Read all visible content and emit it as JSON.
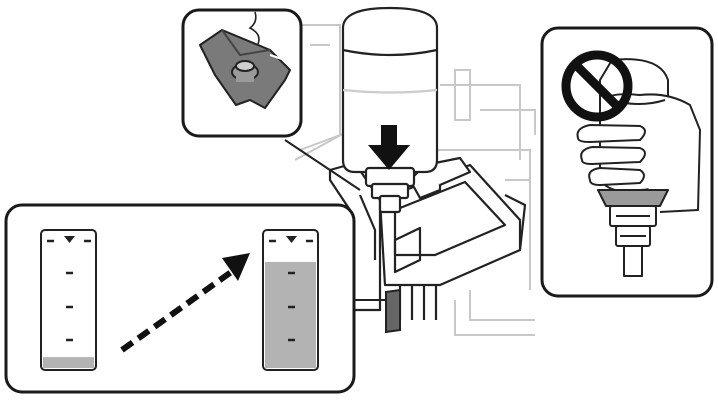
{
  "figure": {
    "illustration": "ink-bottle-refill-instruction",
    "inset_top_left": "cap-nozzle-detail",
    "inset_bottom_left": "ink-level-before-and-after",
    "inset_right": "do-not-squeeze-bottle",
    "ink_level_before": 0.08,
    "ink_level_after": 0.78,
    "colors": {
      "line": "#222222",
      "panel_border": "#1a1a1a",
      "ink_fill": "#b3b3b3",
      "device_outline": "#c8c8c8",
      "arrow": "#111111"
    }
  }
}
